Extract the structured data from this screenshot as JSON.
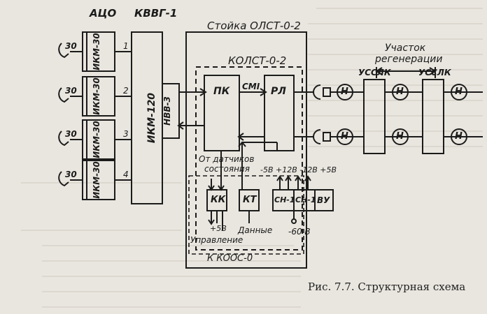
{
  "labels": {
    "aco": "АЦО",
    "kvvg": "КВВГ-1",
    "stoyka": "Стойка  ОЛСТ-0-2",
    "kolst": "КОЛСТ-0-2",
    "uchastok_line1": "Участок",
    "uchastok_line2": "регенерации",
    "ussplk_left": "УССЛК",
    "ussplk_right": "УССЛК",
    "pk": "ПК",
    "cmi": "CMI",
    "rl": "РЛ",
    "ot_datchikov_line1": "От датчиков",
    "ot_datchikov_line2": "состояния",
    "voltages": "-5В +12В -12В +5В",
    "kk": "КК",
    "kt": "КТ",
    "sn1a": "СН-1",
    "sn1b": "СН-1",
    "vu": "ВУ",
    "plus5": "+5В",
    "dannye": "Данные",
    "upravlenie": "Управление",
    "minus60": "-60 В",
    "kooc": "К  КООС-0",
    "ikm120": "ИКМ-120",
    "hvv3": "НВВ-3",
    "ikm30": [
      "ИКМ-30",
      "ИКМ-30",
      "ИКМ-30",
      "ИКМ-30"
    ],
    "ch30": [
      "30",
      "30",
      "30",
      "30"
    ],
    "line_nums": [
      "1",
      "2",
      "3",
      "4"
    ],
    "regen_H": [
      "Н",
      "Н",
      "Н",
      "Н",
      "Н",
      "Н"
    ]
  },
  "caption": "Рис. 7.7. Структурная схема"
}
